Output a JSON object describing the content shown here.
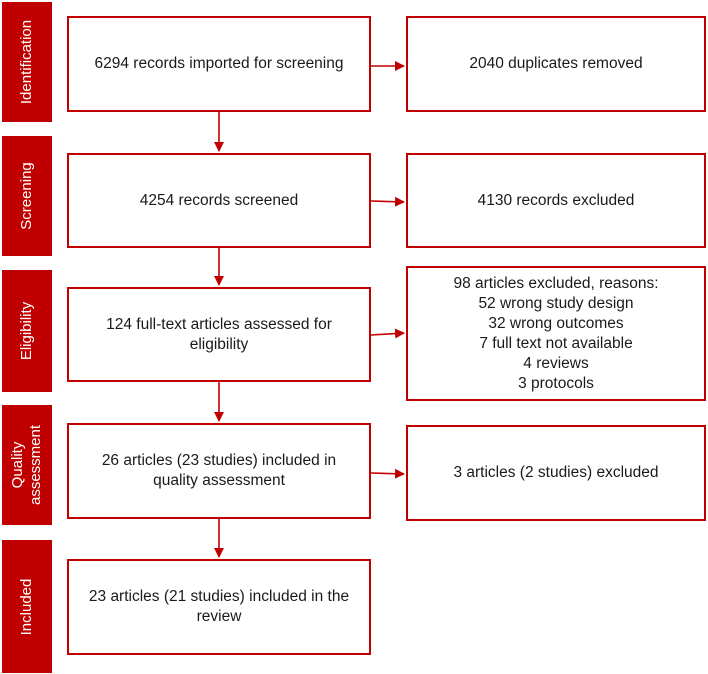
{
  "stages": [
    {
      "id": "identification",
      "label": "Identification"
    },
    {
      "id": "screening",
      "label": "Screening"
    },
    {
      "id": "eligibility",
      "label": "Eligibility"
    },
    {
      "id": "quality",
      "label_lines": [
        "Quality",
        "assessment"
      ]
    },
    {
      "id": "included",
      "label": "Included"
    }
  ],
  "main_boxes": {
    "records_imported": "6294 records imported for screening",
    "records_screened": "4254 records screened",
    "fulltext_assessed": "124 full-text articles assessed for eligibility",
    "quality_assessment": "26 articles (23 studies) included in quality assessment",
    "included_review": "23 articles (21 studies) included in the review"
  },
  "side_boxes": {
    "duplicates_removed": "2040 duplicates removed",
    "records_excluded": "4130 records excluded",
    "articles_excluded": {
      "title": "98 articles excluded, reasons:",
      "reasons": [
        "52 wrong study design",
        "32 wrong outcomes",
        "7 full text not available",
        "4 reviews",
        "3 protocols"
      ]
    },
    "quality_excluded": "3 articles (2 studies) excluded"
  },
  "colors": {
    "accent": "#c00000",
    "text": "#1a1a1a",
    "background": "#ffffff"
  }
}
